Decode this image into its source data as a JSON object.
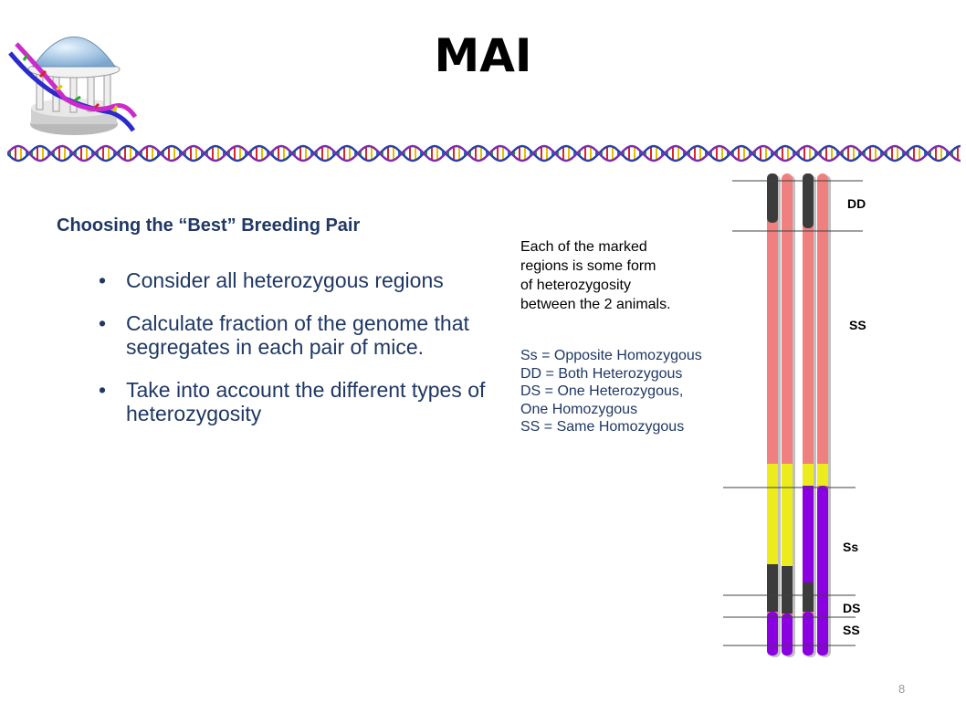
{
  "slide": {
    "title": "MAI",
    "heading": "Choosing the “Best” Breeding Pair",
    "bullets": [
      "Consider all heterozygous regions",
      "Calculate fraction of the genome that segregates in each pair of mice.",
      "Take into account the different types of heterozygosity"
    ],
    "explanation_lines": [
      "Each of the marked",
      "regions is some form",
      "of heterozygosity",
      "between the 2 animals."
    ],
    "legend_lines": [
      "Ss  = Opposite Homozygous",
      "DD = Both Heterozygous",
      "DS = One Heterozygous,",
      "One Homozygous",
      "SS = Same Homozygous"
    ],
    "page_number": "8"
  },
  "diagram": {
    "region_labels": [
      "DD",
      "SS",
      "Ss",
      "DS",
      "SS"
    ],
    "colors": {
      "dark": "#3c3c3c",
      "salmon": "#f08080",
      "yellow": "#ecec1c",
      "purple": "#8b00e0",
      "bullet": "#1f3864"
    },
    "icons": [
      "old-well-dna-logo-icon",
      "dna-helix-strip-icon"
    ]
  }
}
